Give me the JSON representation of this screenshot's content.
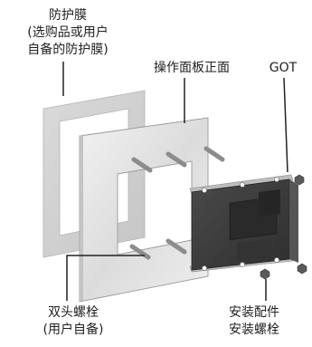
{
  "labels": {
    "protective_film": [
      "防护膜",
      "(选购品或用户",
      "自备的防护膜)"
    ],
    "panel_front": "操作面板正面",
    "got": "GOT",
    "stud_bolt": [
      "双头螺栓",
      "(用户自备)"
    ],
    "mounting": [
      "安装配件",
      "安装螺栓"
    ]
  },
  "colors": {
    "film": "#d2d2d2",
    "panel": "#e8e8e8",
    "got_dark": "#3e3e3e",
    "leader_line": "#222222",
    "text": "#222222"
  }
}
